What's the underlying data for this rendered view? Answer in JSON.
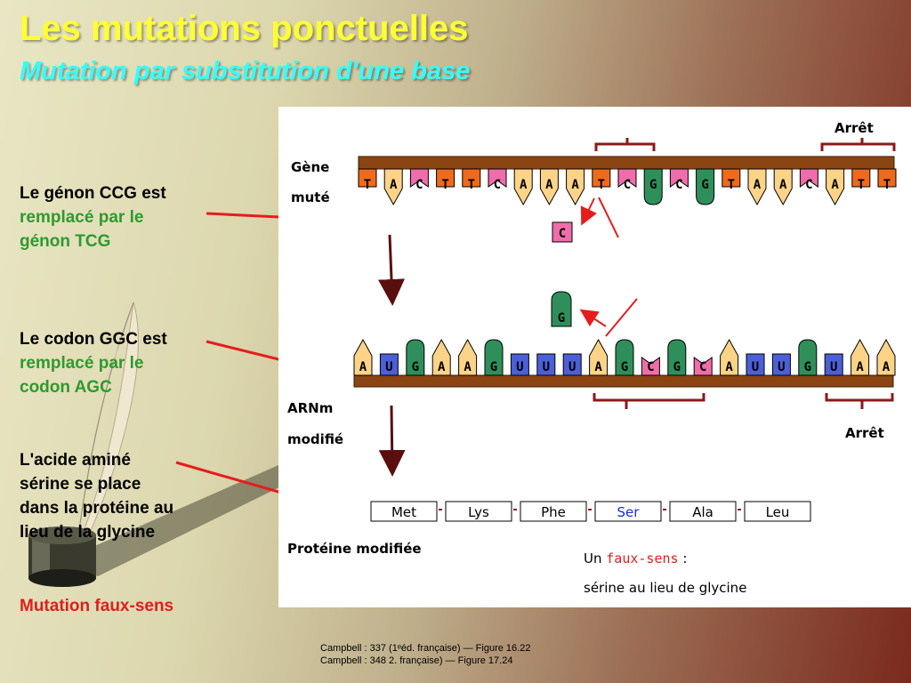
{
  "header": {
    "title": "Les mutations ponctuelles",
    "subtitle": "Mutation par substitution d'une base"
  },
  "annotations": {
    "gene_black": "Le génon CCG est",
    "gene_green_1": "remplacé par le",
    "gene_green_2": "génon TCG",
    "codon_black": "Le codon GGC est",
    "codon_green_1": "remplacé par le",
    "codon_green_2": "codon AGC",
    "aa_1": "L'acide aminé",
    "aa_2": "sérine se place",
    "aa_3": "dans la protéine au",
    "aa_4": "lieu de la glycine",
    "missense": "Mutation faux-sens"
  },
  "diagram": {
    "gene_label_1": "Gène",
    "gene_label_2": "muté",
    "stop_top": "Arrêt",
    "stop_bottom": "Arrêt",
    "mrna_label_1": "ARNm",
    "mrna_label_2": "modifié",
    "protein_label": "Protéine modifiée",
    "dna_bases": [
      "T",
      "A",
      "C",
      "T",
      "T",
      "C",
      "A",
      "A",
      "A",
      "T",
      "C",
      "G",
      "C",
      "G",
      "T",
      "A",
      "A",
      "C",
      "A",
      "T",
      "T"
    ],
    "rna_bases": [
      "A",
      "U",
      "G",
      "A",
      "A",
      "G",
      "U",
      "U",
      "U",
      "A",
      "G",
      "C",
      "G",
      "C",
      "A",
      "U",
      "U",
      "G",
      "U",
      "A",
      "A"
    ],
    "replaced_dna_base": "C",
    "replaced_rna_base": "G",
    "proteins": [
      "Met",
      "Lys",
      "Phe",
      "Ser",
      "Ala",
      "Leu"
    ],
    "result_prefix": "Un",
    "result_highlight": "faux-sens",
    "result_suffix": ":",
    "result_line2": "sérine au lieu de glycine",
    "colors": {
      "T": "#ee6a1c",
      "A": "#fdd388",
      "C": "#f06dab",
      "G": "#2f8f5a",
      "U": "#4b5fd6",
      "backbone": "#8b4513",
      "bracket": "#8b1a1a",
      "arrow": "#e51d1d",
      "faux_sens": "#e51d1d",
      "ser": "#1a2ad6"
    }
  },
  "references": {
    "line1": "Campbell : 337  (1ᵉéd. française) — Figure 16.22",
    "line2": "Campbell : 348  2. française) — Figure 17.24"
  }
}
